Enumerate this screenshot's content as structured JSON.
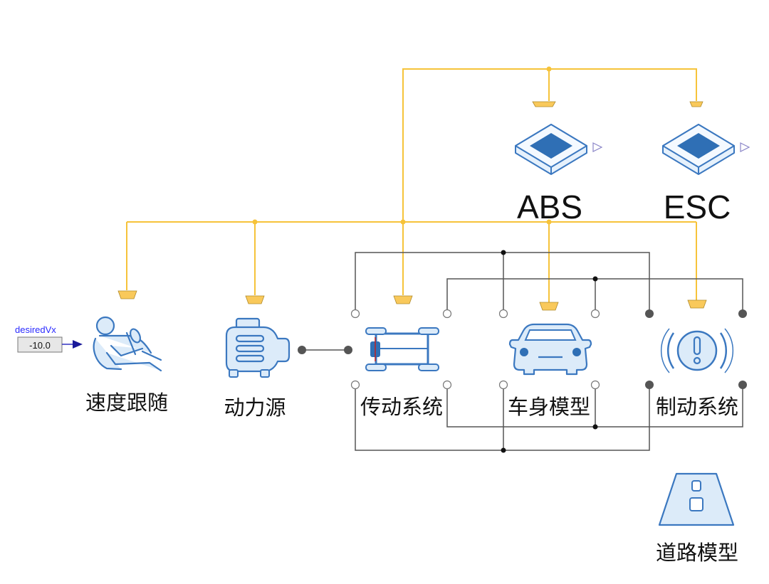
{
  "blocks": {
    "speed_follow": "速度跟随",
    "power_source": "动力源",
    "transmission": "传动系统",
    "body_model": "车身模型",
    "brake_system": "制动系统",
    "road_model": "道路模型",
    "abs": "ABS",
    "esc": "ESC"
  },
  "input": {
    "name": "desiredVx",
    "value": "-10.0"
  },
  "colors": {
    "bus": "#f6c33a",
    "wire": "#555555",
    "icon": "#3b78c0",
    "icon_fill": "#dcebf9"
  }
}
